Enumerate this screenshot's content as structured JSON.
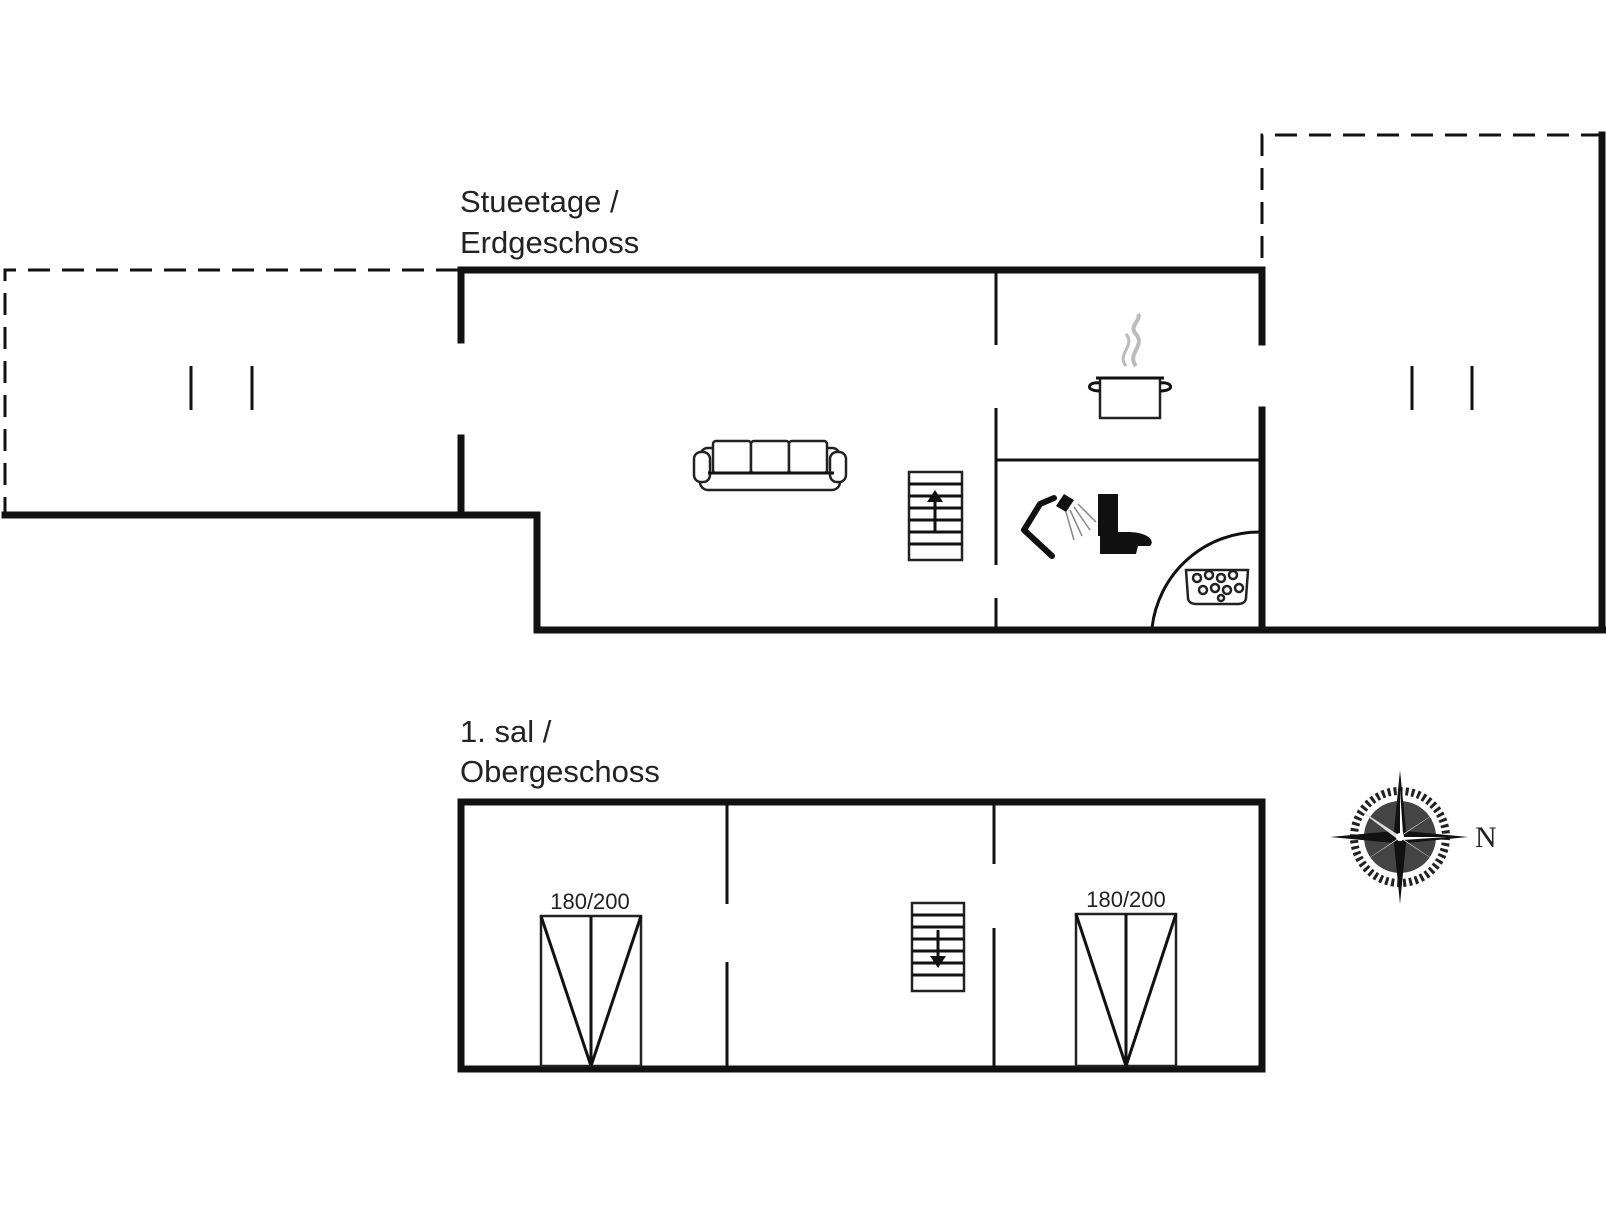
{
  "floor_ground": {
    "label_line1": "Stueetage /",
    "label_line2": "Erdgeschoss"
  },
  "floor_upper": {
    "label_line1": "1. sal /",
    "label_line2": "Obergeschoss",
    "bed_left_size": "180/200",
    "bed_right_size": "180/200"
  },
  "compass": {
    "north_label": "N"
  },
  "icons": [
    "sofa-icon",
    "stairs-up-icon",
    "stairs-down-icon",
    "cooking-pot-icon",
    "shower-icon",
    "toilet-icon",
    "hot-tub-icon",
    "double-bed-icon",
    "compass-rose-icon"
  ]
}
